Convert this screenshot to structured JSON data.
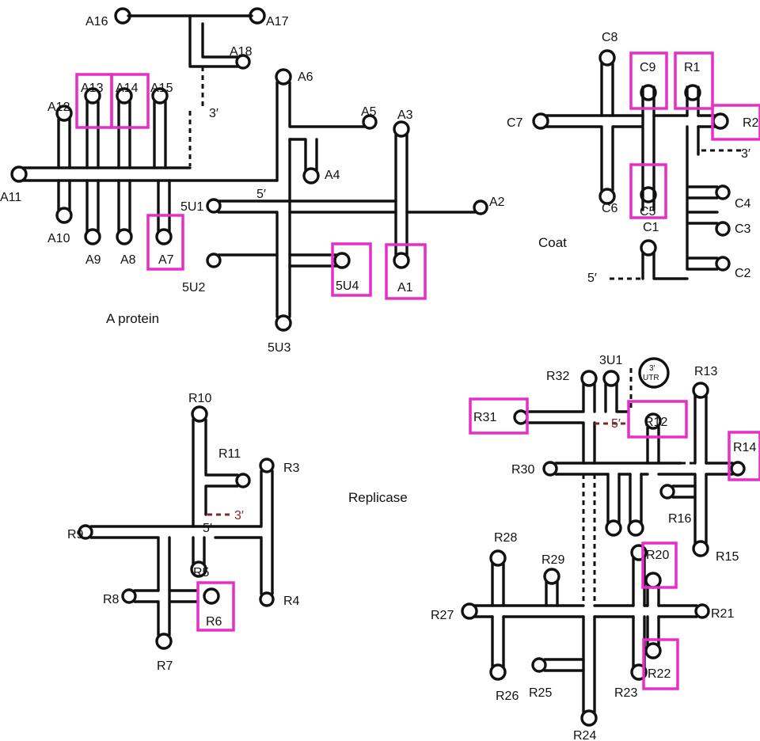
{
  "colors": {
    "highlight": "#e62ec8",
    "ink": "#111111",
    "linker": "#7a2a2a"
  },
  "panels": {
    "a_protein": {
      "title": "A protein",
      "loops": [
        "A1",
        "A2",
        "A3",
        "A4",
        "A5",
        "A6",
        "A7",
        "A8",
        "A9",
        "A10",
        "A11",
        "A12",
        "A13",
        "A14",
        "A15",
        "A16",
        "A17",
        "A18"
      ],
      "untranslated": [
        "5U1",
        "5U2",
        "5U3",
        "5U4"
      ],
      "five_prime": "5′",
      "three_prime": "3′",
      "highlighted": [
        "A13",
        "A14",
        "A7",
        "5U4",
        "A1"
      ]
    },
    "coat": {
      "title": "Coat",
      "loops": [
        "C1",
        "C2",
        "C3",
        "C4",
        "C5",
        "C6",
        "C7",
        "C8",
        "C9",
        "R1",
        "R2"
      ],
      "five_prime": "5′",
      "three_prime": "3′",
      "highlighted": [
        "C9",
        "R1",
        "R2",
        "C5"
      ]
    },
    "replicase_small": {
      "title": "Replicase",
      "loops": [
        "R3",
        "R4",
        "R5",
        "R6",
        "R7",
        "R8",
        "R9",
        "R10",
        "R11"
      ],
      "five_prime": "5′",
      "three_prime": "3′",
      "highlighted": [
        "R6"
      ]
    },
    "replicase_large": {
      "loops": [
        "R12",
        "R13",
        "R14",
        "R15",
        "R16",
        "R20",
        "R21",
        "R22",
        "R23",
        "R24",
        "R25",
        "R26",
        "R27",
        "R28",
        "R29",
        "R30",
        "R31",
        "R32",
        "3U1"
      ],
      "utr": {
        "line1": "3′",
        "line2": "UTR"
      },
      "five_prime": "5′",
      "highlighted": [
        "R31",
        "R12",
        "R14",
        "R20",
        "R22"
      ]
    }
  }
}
